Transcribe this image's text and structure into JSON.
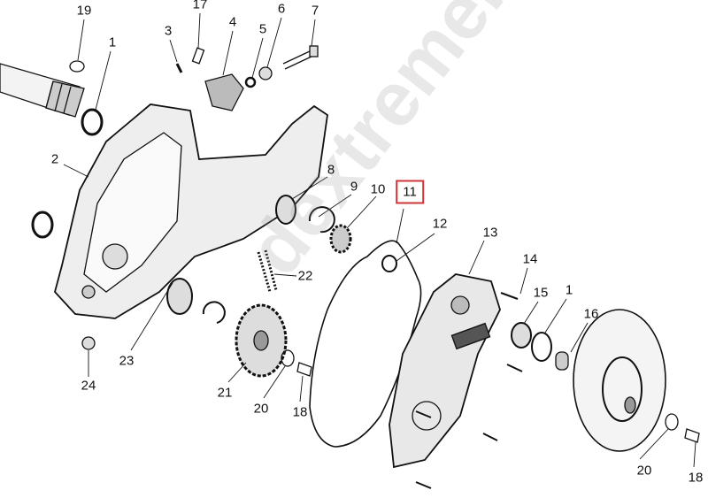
{
  "watermark": "dextremelife.ru",
  "highlight_color": "#d0343b",
  "callouts": [
    "19",
    "1",
    "3",
    "17",
    "4",
    "5",
    "6",
    "7",
    "2",
    "8",
    "9",
    "10",
    "11",
    "12",
    "13",
    "14",
    "15",
    "1",
    "16",
    "22",
    "23",
    "24",
    "21",
    "20",
    "18",
    "20",
    "18"
  ],
  "highlighted_callout": "11"
}
